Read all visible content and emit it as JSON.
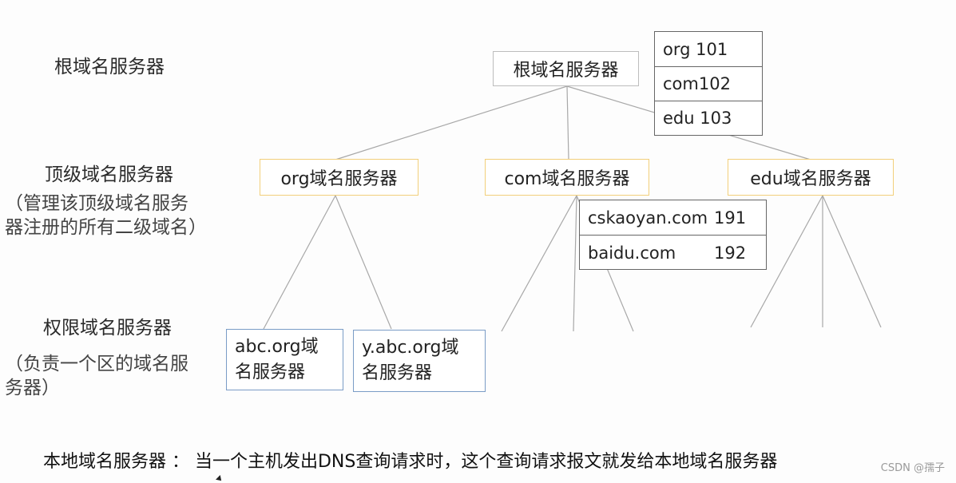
{
  "labels": {
    "root": "根域名服务器",
    "tld": "顶级域名服务器",
    "tld_note_line1": "（管理该顶级域名服务",
    "tld_note_line2": "器注册的所有二级域名）",
    "auth": "权限域名服务器",
    "auth_note_line1": "（负责一个区的域名服",
    "auth_note_line2": "务器）"
  },
  "nodes": {
    "root": "根域名服务器",
    "org": "org域名服务器",
    "com": "com域名服务器",
    "edu": "edu域名服务器",
    "auth1_line1": "abc.org域",
    "auth1_line2": "名服务器",
    "auth2_line1": "y.abc.org域",
    "auth2_line2": "名服务器"
  },
  "root_table": [
    {
      "name": "org",
      "value": "101"
    },
    {
      "name": "com",
      "value": "102"
    },
    {
      "name": "edu",
      "value": "103"
    }
  ],
  "root_table_text": [
    "org 101",
    "com102",
    "edu 103"
  ],
  "com_table": [
    {
      "domain": "cskaoyan.com",
      "value": "191"
    },
    {
      "domain": "baidu.com",
      "value": "192"
    }
  ],
  "footnote": "本地域名服务器 ：  当一个主机发出DNS查询请求时，这个查询请求报文就发给本地域名服务器",
  "watermark": "CSDN @孺子",
  "colors": {
    "tld_border": "#f2cf7a",
    "auth_border": "#7a9cc6",
    "root_border": "#bdbdbd",
    "line": "#a8a8a8"
  }
}
